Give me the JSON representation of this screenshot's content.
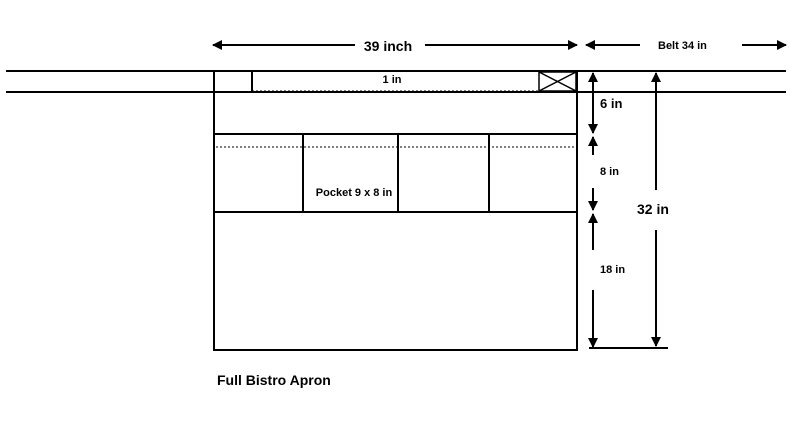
{
  "diagram": {
    "caption": "Full Bistro Apron",
    "dimensions": {
      "width_label": "39 inch",
      "belt_label": "Belt 34 in",
      "strap_label": "1 in",
      "waistband_label": "6 in",
      "pocket_height_label": "8 in",
      "skirt_label": "18 in",
      "total_label": "32 in"
    },
    "pocket_label": "Pocket 9 x 8 in",
    "pocket_count": 4
  }
}
